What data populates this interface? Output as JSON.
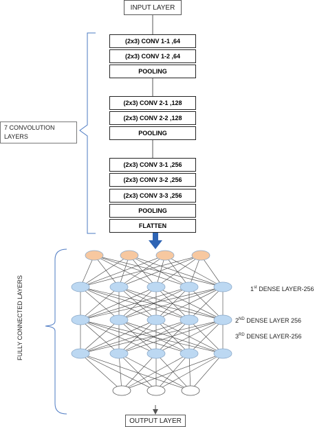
{
  "input_layer": "INPUT LAYER",
  "output_layer": "OUTPUT LAYER",
  "conv_label": "7 CONVOLUTION LAYERS",
  "fc_label": "FULLY CONNECTED LAYERS",
  "blocks": [
    [
      "(2x3) CONV 1-1 ,64",
      "(2x3) CONV 1-2 ,64",
      "POOLING"
    ],
    [
      "(2x3) CONV 2-1 ,128",
      "(2x3) CONV 2-2 ,128",
      "POOLING"
    ],
    [
      "(2x3) CONV 3-1 ,256",
      "(2x3) CONV 3-2 ,256",
      "(2x3) CONV 3-3 ,256",
      "POOLING",
      "FLATTEN"
    ]
  ],
  "dense_layers": [
    {
      "ordinal": "1",
      "sup": "st",
      "text": " DENSE LAYER-256"
    },
    {
      "ordinal": "2",
      "sup": "ND",
      "text": " DENSE LAYER 256"
    },
    {
      "ordinal": "3",
      "sup": "RD",
      "text": " DENSE LAYER-256"
    }
  ],
  "colors": {
    "input_nodes": "#f7c8a0",
    "hidden_nodes": "#bcd8f2",
    "output_nodes": "#ffffff",
    "arrow": "#2e64b4",
    "bracket": "#4a78c2",
    "edges": "#555555"
  }
}
